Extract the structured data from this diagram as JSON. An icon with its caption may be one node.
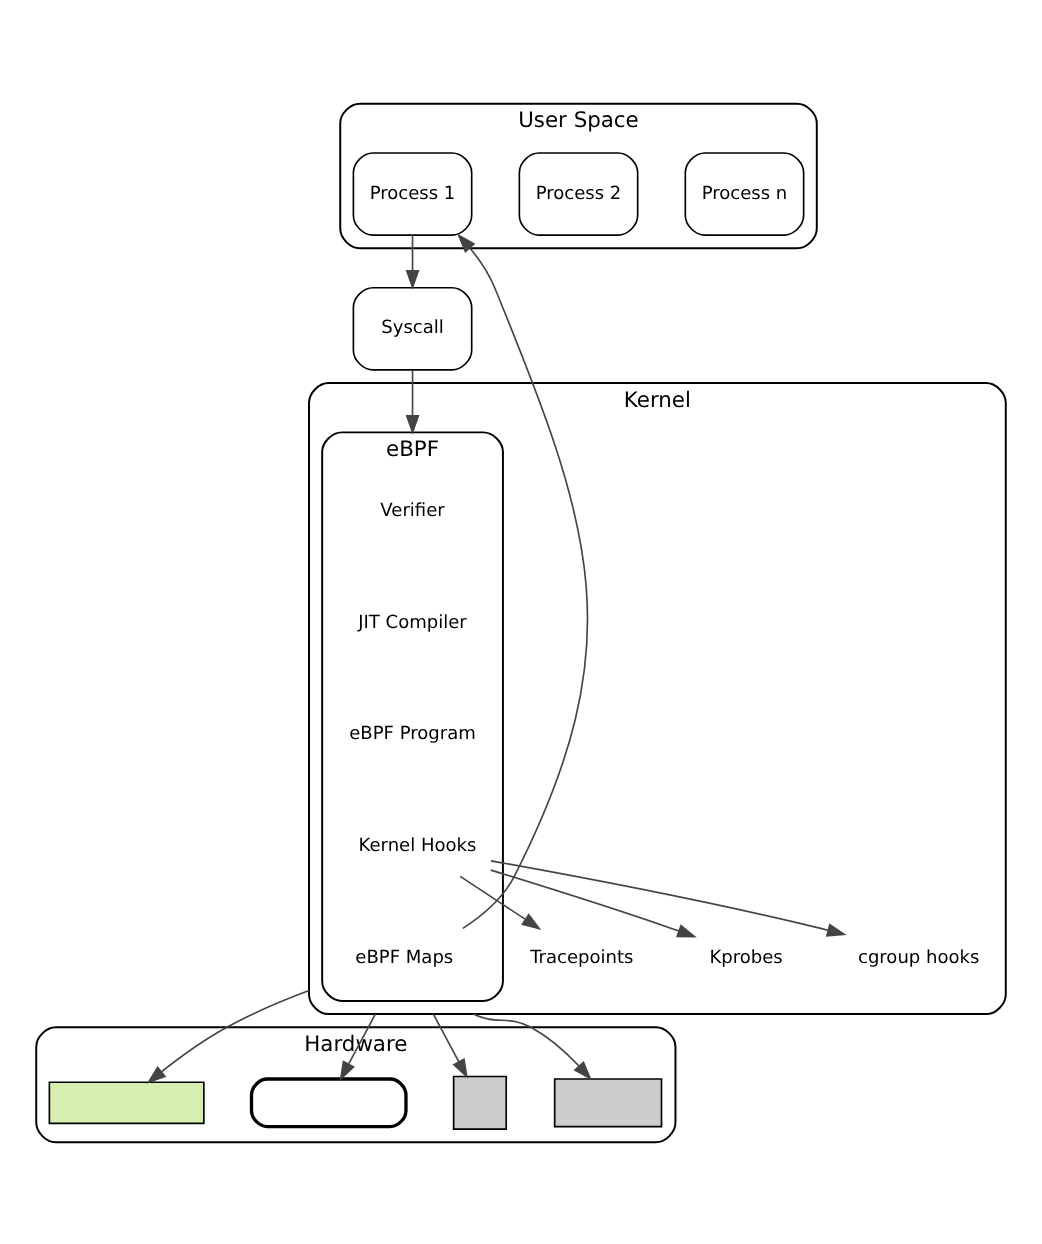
{
  "diagram": {
    "nodes": [
      {
        "text": [
          "User Space"
        ]
      },
      {
        "text": [
          "Process 1"
        ],
        "in": 0
      },
      {
        "text": [
          "Process 2"
        ],
        "in": 0
      },
      {
        "text": [
          "Process n"
        ],
        "in": 0
      },
      {
        "text": [
          "Syscall"
        ]
      },
      {
        "text": [
          "Kernel"
        ]
      },
      {
        "text": [
          "eBPF"
        ],
        "in": 5
      },
      {
        "text": [
          "Verifier"
        ],
        "in": 6
      },
      {
        "text": [
          "JIT Compiler"
        ],
        "in": 6
      },
      {
        "text": [
          "eBPF Program"
        ],
        "in": 6
      },
      {
        "text": [
          "Kernel Hooks"
        ],
        "in": 6
      },
      {
        "text": [
          "eBPF Maps"
        ],
        "in": 6
      },
      {
        "text": [
          "Tracepoints"
        ],
        "in": 5
      },
      {
        "text": [
          "Kprobes"
        ],
        "in": 5
      },
      {
        "text": [
          "cgroup hooks"
        ],
        "in": 5
      },
      {
        "text": [
          "Hardware"
        ]
      },
      {
        "text": [],
        "shape": "box",
        "in": 15
      },
      {
        "text": [],
        "shape": "box",
        "in": 15
      },
      {
        "text": [],
        "shape": "box",
        "in": 15
      },
      {
        "text": [],
        "shape": "box",
        "in": 15
      }
    ],
    "edges": [
      {
        "from": 1,
        "to": 4,
        "arrow": "to"
      },
      {
        "from": 4,
        "to": 6,
        "arrow": "to"
      },
      {
        "from": 11,
        "to": 1,
        "arrow": "to"
      },
      {
        "from": 10,
        "to": 12,
        "arrow": "to"
      },
      {
        "from": 10,
        "to": 13,
        "arrow": "to"
      },
      {
        "from": 10,
        "to": 14,
        "arrow": "to"
      },
      {
        "from": 5,
        "to": 16,
        "arrow": "to"
      },
      {
        "from": 5,
        "to": 17,
        "arrow": "to"
      },
      {
        "from": 5,
        "to": 18,
        "arrow": "to"
      },
      {
        "from": 5,
        "to": 19,
        "arrow": "to"
      }
    ]
  }
}
